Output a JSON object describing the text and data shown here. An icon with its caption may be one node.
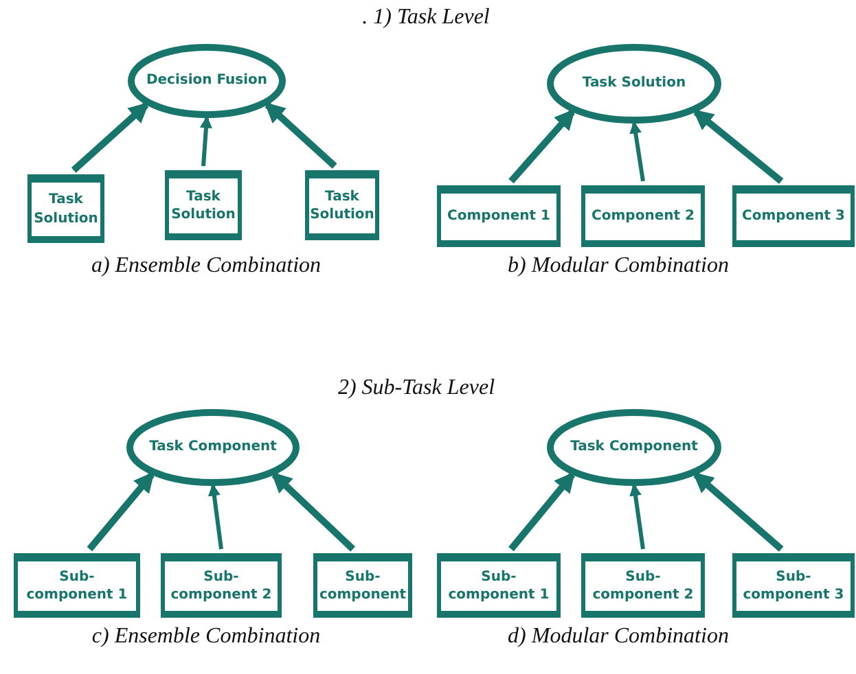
{
  "diagram": {
    "nodes": [
      {
        "text": [
          "Decision Fusion"
        ]
      },
      {
        "text": [
          "Task Solution"
        ]
      },
      {
        "text": [
          "Task Solution"
        ]
      },
      {
        "text": [
          "Task Solution"
        ]
      },
      {
        "text": [
          "Task Solution"
        ]
      },
      {
        "text": [
          "Component 1"
        ]
      },
      {
        "text": [
          "Component 2"
        ]
      },
      {
        "text": [
          "Component 3"
        ]
      },
      {
        "text": [
          "Task Component"
        ]
      },
      {
        "text": [
          "Sub- component 1"
        ]
      },
      {
        "text": [
          "Sub- component 2"
        ]
      },
      {
        "text": [
          "Sub- component"
        ]
      },
      {
        "text": [
          "Task Component"
        ]
      },
      {
        "text": [
          "Sub- component 1"
        ]
      },
      {
        "text": [
          "Sub- component 2"
        ]
      },
      {
        "text": [
          "Sub- component 3"
        ]
      }
    ],
    "edges": [
      {
        "from": 1,
        "to": 0,
        "arrow": "to"
      },
      {
        "from": 2,
        "to": 0,
        "arrow": "to"
      },
      {
        "from": 3,
        "to": 0,
        "arrow": "to"
      },
      {
        "from": 5,
        "to": 4,
        "arrow": "to"
      },
      {
        "from": 6,
        "to": 4,
        "arrow": "to"
      },
      {
        "from": 7,
        "to": 4,
        "arrow": "to"
      },
      {
        "from": 9,
        "to": 8,
        "arrow": "to"
      },
      {
        "from": 10,
        "to": 8,
        "arrow": "to"
      },
      {
        "from": 11,
        "to": 8,
        "arrow": "to"
      },
      {
        "from": 13,
        "to": 12,
        "arrow": "to"
      },
      {
        "from": 14,
        "to": 12,
        "arrow": "to"
      },
      {
        "from": 15,
        "to": 12,
        "arrow": "to"
      }
    ],
    "labels": [
      ". 1) Task Level",
      "a) Ensemble Combination",
      "b) Modular Combination",
      "2) Sub-Task Level",
      "c) Ensemble Combination",
      "d) Modular Combination"
    ]
  }
}
